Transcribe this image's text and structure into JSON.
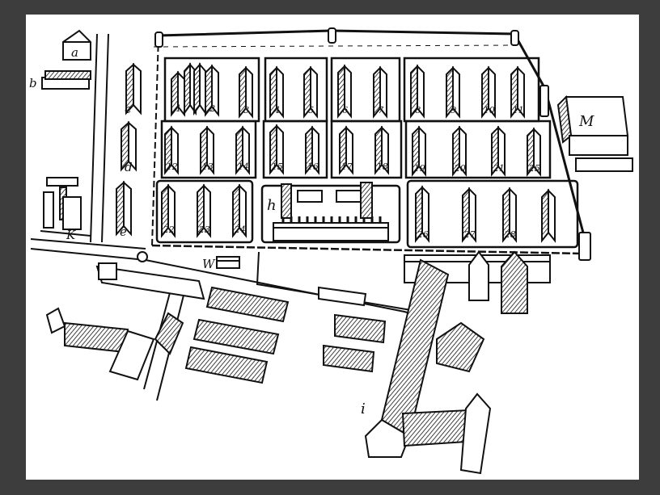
{
  "background": {
    "frame_color": "#3d3d3d",
    "sheet_color": "#ffffff",
    "ink_color": "#111111"
  },
  "labels": {
    "a": "a",
    "b": "b",
    "c": "c",
    "d": "d",
    "e": "e",
    "h": "h",
    "i": "i",
    "k": "K",
    "m": "M",
    "w": "W",
    "b1": "1",
    "b2": "2",
    "b3": "3",
    "b4": "4",
    "b5": "5",
    "b6": "6",
    "b7": "7",
    "b8": "8",
    "b9": "9",
    "b10": "10",
    "b11": "11",
    "b12": "12",
    "b13": "13",
    "b14": "14",
    "b15": "15",
    "b16": "16",
    "b17": "17",
    "b18": "18",
    "b19": "19",
    "b20": "20",
    "b21": "21",
    "b22": "22",
    "b23": "23",
    "b24": "24",
    "b25": "25",
    "b26": "26",
    "b27": "27",
    "b28": "28"
  }
}
